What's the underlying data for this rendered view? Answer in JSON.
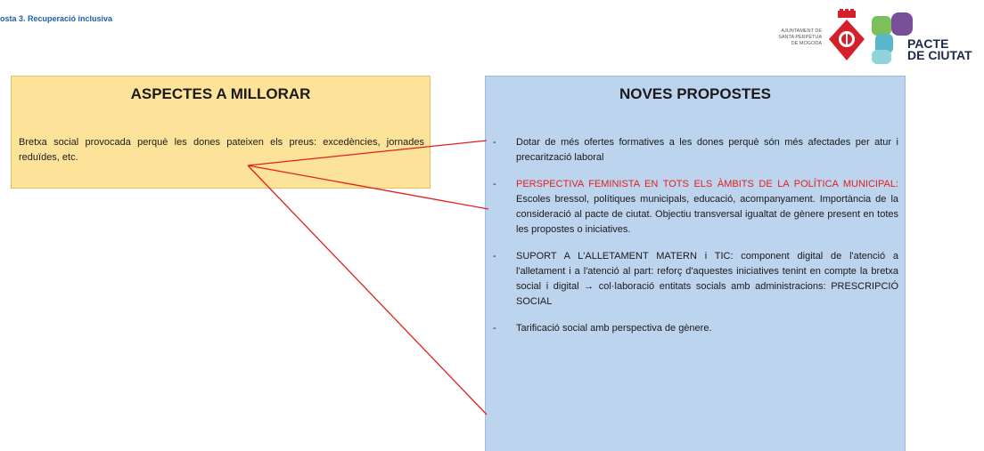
{
  "header": {
    "slide_title": "osta 3. Recuperació inclusiva"
  },
  "logos": {
    "ajuntament_lines": [
      "AJUNTAMENT DE",
      "SANTA PERPÈTUA",
      "DE MOGODA"
    ],
    "pacte_line1": "PACTE",
    "pacte_line2": "DE CIUTAT"
  },
  "left_box": {
    "title": "ASPECTES A MILLORAR",
    "body": "Bretxa social provocada perquè les dones pateixen els preus: excedències, jornades reduïdes, etc."
  },
  "right_box": {
    "title": "NOVES PROPOSTES",
    "items": [
      {
        "dash": "-",
        "highlight": "",
        "text": "Dotar de més ofertes formatives a les dones perquè són més afectades per atur i precarització laboral"
      },
      {
        "dash": "-",
        "highlight": "PERSPECTIVA FEMINISTA EN TOTS ELS ÀMBITS DE LA POLÍTICA MUNICIPAL:",
        "text": " Escoles bressol, polítiques municipals, educació, acompanyament. Importància de la consideració al pacte de ciutat. Objectiu transversal igualtat de gènere present en totes les propostes o iniciatives."
      },
      {
        "dash": "-",
        "highlight": "",
        "text": "SUPORT A L'ALLETAMENT MATERN i TIC: component digital de l'atenció a l'alletament i a l'atenció al part: reforç d'aquestes iniciatives tenint en compte la bretxa social i digital → col·laboració entitats socials amb administracions: PRESCRIPCIÓ SOCIAL"
      },
      {
        "dash": "-",
        "highlight": "",
        "text": "Tarificació social amb perspectiva de gènere."
      }
    ]
  },
  "colors": {
    "left_box_bg": "#fde39a",
    "right_box_bg": "#bcd4ed",
    "connector": "#e02020",
    "highlight_text": "#e02020",
    "slide_title": "#1f5fa8"
  },
  "icons": [
    "ajuntament-crest-icon",
    "pacte-de-ciutat-logo-icon"
  ]
}
